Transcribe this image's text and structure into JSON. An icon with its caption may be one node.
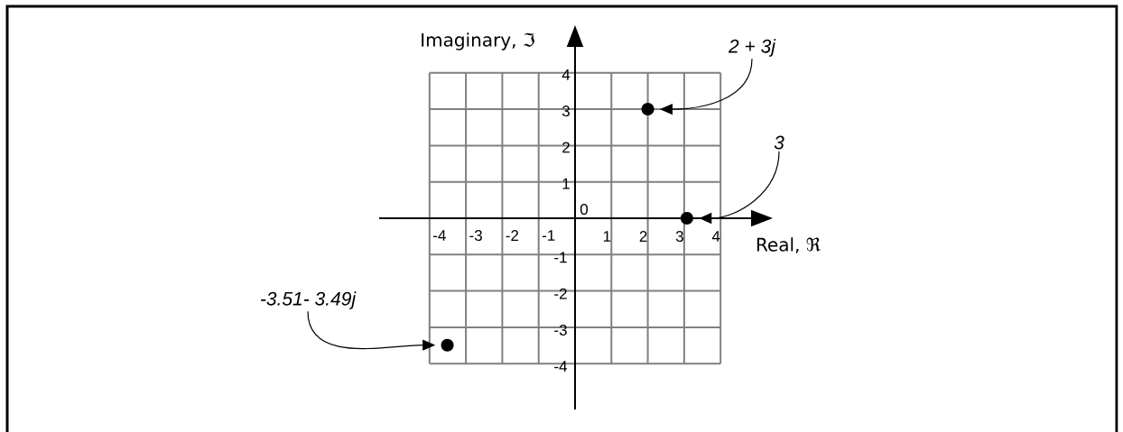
{
  "diagram": {
    "nodes": [
      {
        "text": [
          "2 + 3j"
        ]
      },
      {
        "text": [],
        "shape": "circle"
      },
      {
        "text": [
          "3"
        ]
      },
      {
        "text": [],
        "shape": "circle"
      },
      {
        "text": [
          "-3.51- 3.49j"
        ]
      },
      {
        "text": [],
        "shape": "circle"
      }
    ],
    "edges": [
      {
        "from": 0,
        "to": 1,
        "arrow": "to"
      },
      {
        "from": 2,
        "to": 3,
        "arrow": "to"
      },
      {
        "from": 4,
        "to": 5,
        "arrow": "to"
      }
    ],
    "labels": [
      "Imaginary, ℑ",
      "4",
      "3",
      "2",
      "1",
      "0",
      "-4",
      "-3",
      "-2",
      "-1",
      "1",
      "2",
      "3",
      "4",
      "Real, ℜ",
      "-1",
      "-2",
      "-3",
      "-4"
    ]
  }
}
